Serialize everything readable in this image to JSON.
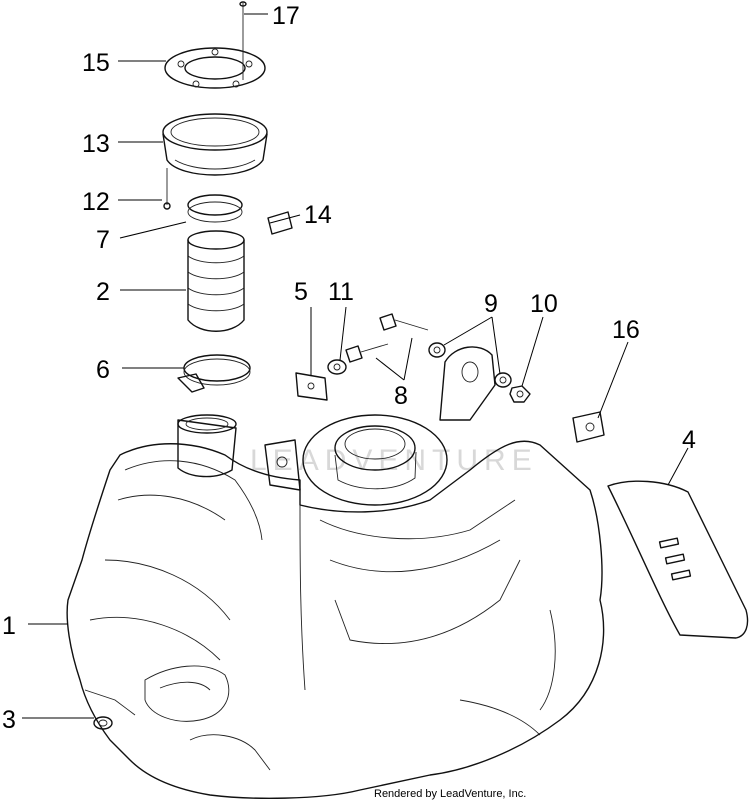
{
  "diagram": {
    "watermark": "LEADVENTURE",
    "credit": "Rendered by LeadVenture, Inc.",
    "callouts": [
      {
        "id": "1",
        "part": "fuel-tank"
      },
      {
        "id": "2",
        "part": "filler-hose"
      },
      {
        "id": "3",
        "part": "grommet"
      },
      {
        "id": "4",
        "part": "pad"
      },
      {
        "id": "5",
        "part": "clip-nut"
      },
      {
        "id": "6",
        "part": "hose-clamp"
      },
      {
        "id": "7",
        "part": "hose-band"
      },
      {
        "id": "8",
        "part": "bolt"
      },
      {
        "id": "9",
        "part": "washer"
      },
      {
        "id": "10",
        "part": "nut"
      },
      {
        "id": "11",
        "part": "washer"
      },
      {
        "id": "12",
        "part": "screw"
      },
      {
        "id": "13",
        "part": "filler-neck-cup"
      },
      {
        "id": "14",
        "part": "clip"
      },
      {
        "id": "15",
        "part": "retaining-ring"
      },
      {
        "id": "16",
        "part": "clip-nut"
      },
      {
        "id": "17",
        "part": "screw"
      }
    ]
  }
}
